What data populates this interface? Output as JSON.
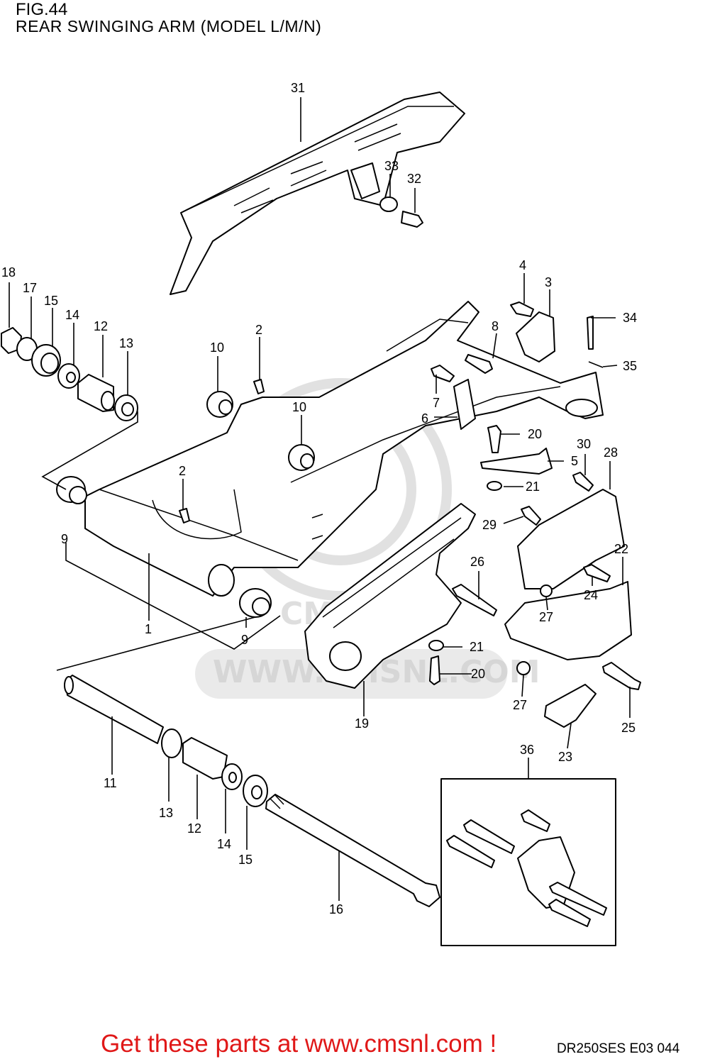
{
  "header": {
    "title": "FIG.44",
    "subtitle": "REAR SWINGING ARM (MODEL L/M/N)"
  },
  "callouts": {
    "c1": "1",
    "c2a": "2",
    "c2b": "2",
    "c3": "3",
    "c4": "4",
    "c5": "5",
    "c6": "6",
    "c7": "7",
    "c8": "8",
    "c9a": "9",
    "c9b": "9",
    "c10a": "10",
    "c10b": "10",
    "c11": "11",
    "c12a": "12",
    "c12b": "12",
    "c13a": "13",
    "c13b": "13",
    "c14a": "14",
    "c14b": "14",
    "c15a": "15",
    "c15b": "15",
    "c16": "16",
    "c17": "17",
    "c18": "18",
    "c19": "19",
    "c20a": "20",
    "c20b": "20",
    "c21a": "21",
    "c21b": "21",
    "c22": "22",
    "c23": "23",
    "c24": "24",
    "c25": "25",
    "c26": "26",
    "c27a": "27",
    "c27b": "27",
    "c28": "28",
    "c29": "29",
    "c30": "30",
    "c31": "31",
    "c32": "32",
    "c33": "33",
    "c34": "34",
    "c35": "35",
    "c36": "36"
  },
  "watermark": {
    "text": "WWW.CMSNL.COM",
    "logo_text": "CMS"
  },
  "footer": {
    "cta": "Get these parts at www.cmsnl.com !",
    "code": "DR250SES E03  044"
  }
}
